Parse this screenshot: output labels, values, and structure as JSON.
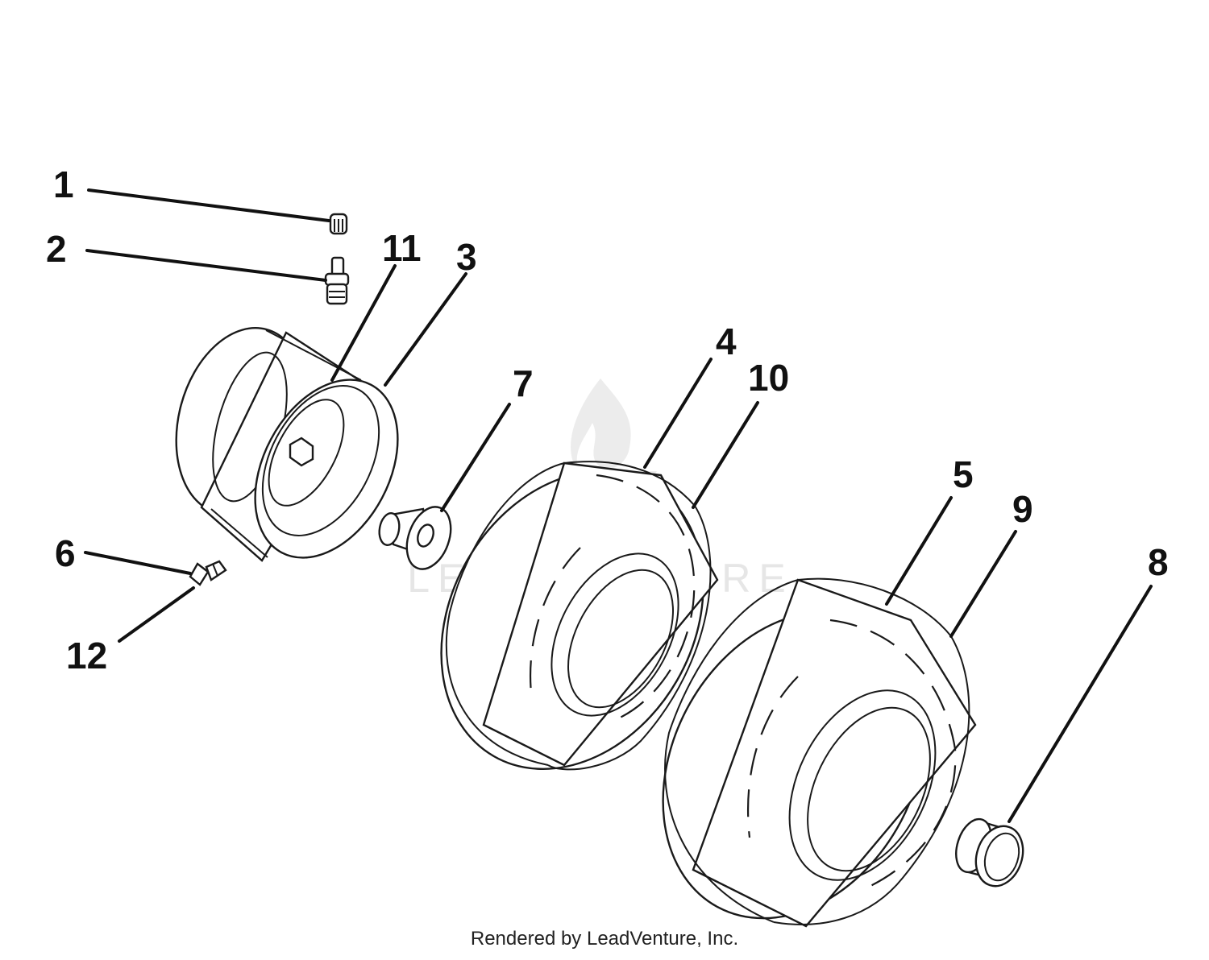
{
  "diagram": {
    "callouts": [
      {
        "id": "1",
        "label": "1"
      },
      {
        "id": "2",
        "label": "2"
      },
      {
        "id": "3",
        "label": "3"
      },
      {
        "id": "4",
        "label": "4"
      },
      {
        "id": "5",
        "label": "5"
      },
      {
        "id": "6",
        "label": "6"
      },
      {
        "id": "7",
        "label": "7"
      },
      {
        "id": "8",
        "label": "8"
      },
      {
        "id": "9",
        "label": "9"
      },
      {
        "id": "10",
        "label": "10"
      },
      {
        "id": "11",
        "label": "11"
      },
      {
        "id": "12",
        "label": "12"
      }
    ]
  },
  "watermark": {
    "text": "LEADVENTURE"
  },
  "footer": {
    "text": "Rendered by LeadVenture, Inc."
  },
  "colors": {
    "line": "#111111",
    "watermark": "#e6e6e6",
    "background": "#ffffff"
  }
}
